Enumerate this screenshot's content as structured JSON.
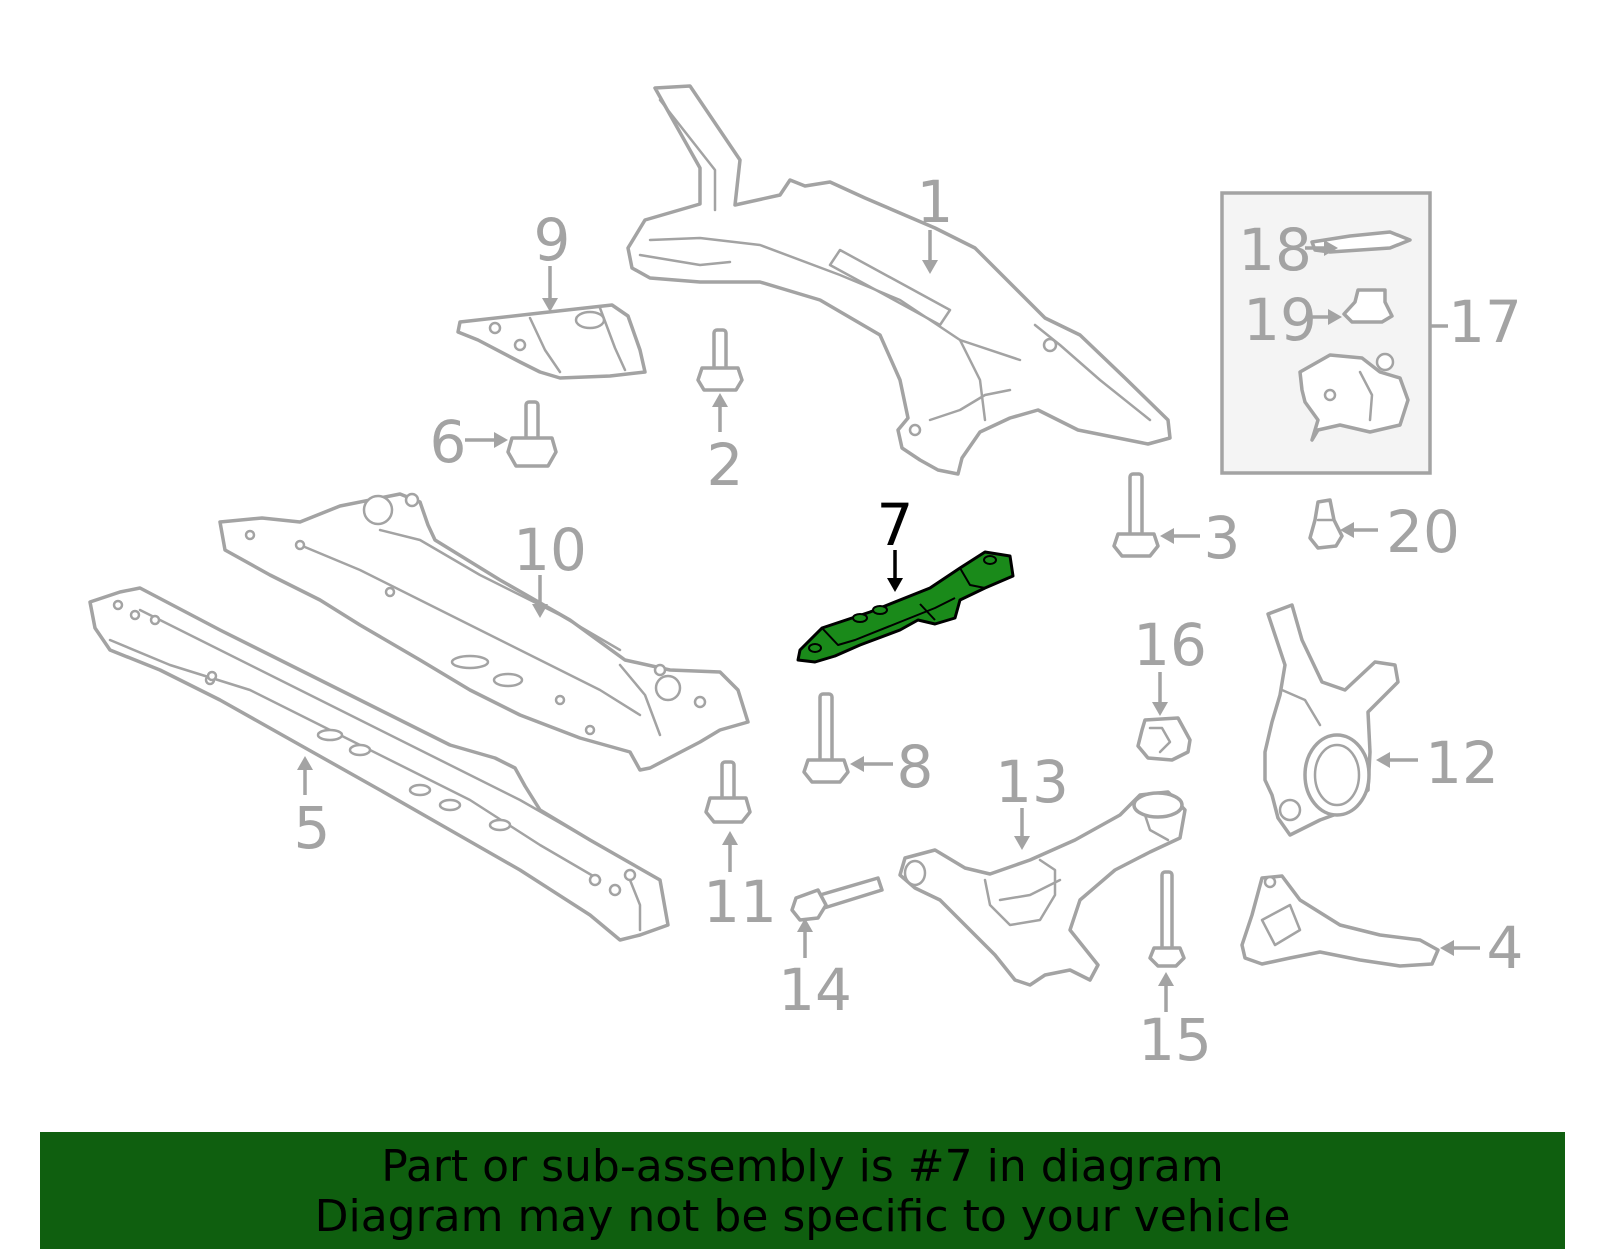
{
  "colors": {
    "highlight_fill": "#1a8a1a",
    "part_stroke": "#a3a3a3",
    "banner_background": "#0f5f0f",
    "banner_text": "#000000"
  },
  "diagram": {
    "highlighted_part": "7",
    "callouts": {
      "c1": "1",
      "c2": "2",
      "c3": "3",
      "c4": "4",
      "c5": "5",
      "c6": "6",
      "c7": "7",
      "c8": "8",
      "c9": "9",
      "c10": "10",
      "c11": "11",
      "c12": "12",
      "c13": "13",
      "c14": "14",
      "c15": "15",
      "c16": "16",
      "c17": "17",
      "c18": "18",
      "c19": "19",
      "c20": "20"
    }
  },
  "banner": {
    "line1": "Part or sub-assembly is #7 in diagram",
    "line2": "Diagram may not be specific to your vehicle"
  }
}
